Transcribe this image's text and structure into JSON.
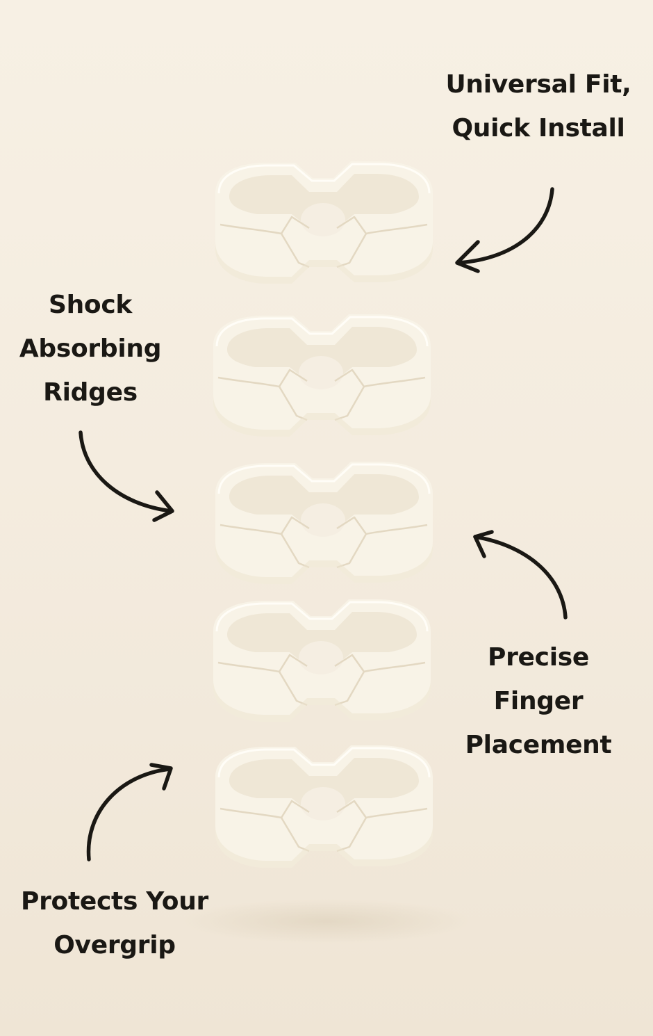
{
  "callouts": {
    "universal_fit": [
      "Universal Fit,",
      "Quick Install"
    ],
    "shock_absorbing": [
      "Shock",
      "Absorbing",
      "Ridges"
    ],
    "precise_finger": [
      "Precise",
      "Finger",
      "Placement"
    ],
    "protects_overgrip": [
      "Protects Your",
      "Overgrip"
    ]
  },
  "colors": {
    "background": "#f4ecdf",
    "ring": "#f8f3e7",
    "text": "#1a1814"
  },
  "icons": {
    "arrows": [
      "curved-arrow-icon"
    ]
  }
}
